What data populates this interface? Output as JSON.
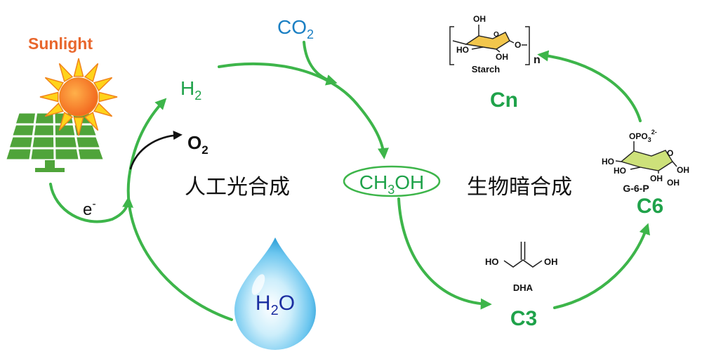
{
  "colors": {
    "arrow_green": "#3db54a",
    "text_green": "#1fa24a",
    "co2_blue": "#1a7fc3",
    "sunlight_orange": "#e8662c",
    "water_text_blue": "#1b2ea1",
    "black": "#111111",
    "panel_green": "#4fa43a",
    "sun_yellow": "#ffd31a",
    "sun_orange": "#f0841c",
    "starch_ring": "#f2c64c",
    "g6p_ring": "#cde17a"
  },
  "icons": {
    "sun": "sun-icon",
    "solar_panel": "solar-panel-icon",
    "water_drop": "water-drop-icon"
  },
  "sunlight": "Sunlight",
  "electron": {
    "symbol": "e",
    "charge": "-"
  },
  "oxygen": {
    "symbol": "O",
    "sub": "2"
  },
  "hydrogen": {
    "symbol": "H",
    "sub": "2"
  },
  "co2": {
    "symbol": "CO",
    "sub": "2"
  },
  "water": {
    "pre": "H",
    "sub": "2",
    "post": "O"
  },
  "methanol": {
    "pre": "CH",
    "sub": "3",
    "post": "OH"
  },
  "artificial_photosynthesis": "人工光合成",
  "biological_dark_synthesis": "生物暗合成",
  "c3": "C3",
  "c6": "C6",
  "cn": "Cn",
  "dha": {
    "name": "DHA",
    "left_group": "HO",
    "right_group": "OH"
  },
  "g6p": {
    "name": "G-6-P",
    "phosphate": {
      "pre": "OPO",
      "sub": "3",
      "sup": "2-"
    },
    "ring_o": "O",
    "groups": [
      "HO",
      "HO",
      "OH",
      "OH",
      "OH"
    ]
  },
  "starch": {
    "name": "Starch",
    "repeat": "n",
    "groups": [
      "OH",
      "HO",
      "OH"
    ],
    "ring_o": "O",
    "link_o": "O"
  }
}
